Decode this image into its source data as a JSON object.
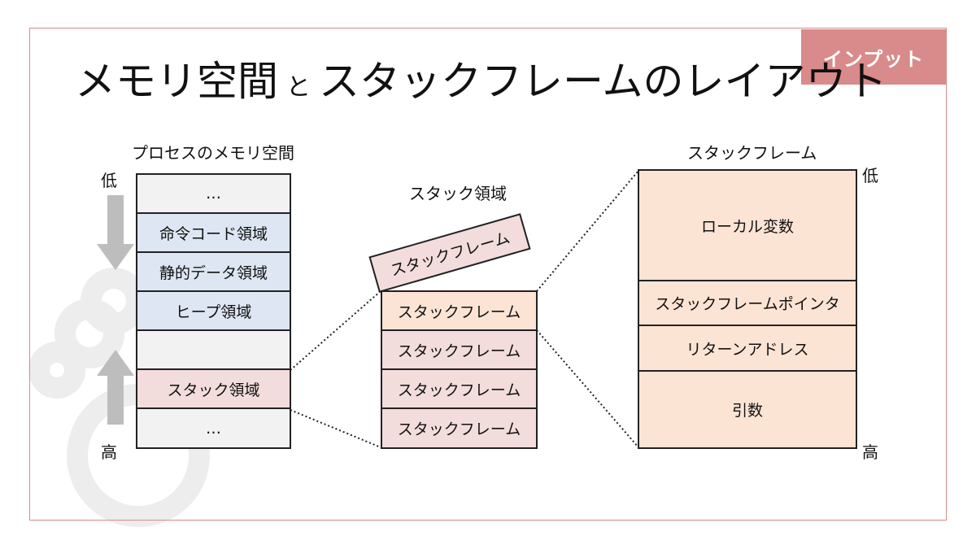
{
  "badge": "インプット",
  "title": {
    "part1": "メモリ空間",
    "conj": "と",
    "part2": "スタックフレームのレイアウト"
  },
  "memory": {
    "heading": "プロセスのメモリ空間",
    "low_label": "低",
    "high_label": "高",
    "cells": [
      "…",
      "命令コード領域",
      "静的データ領域",
      "ヒープ領域",
      "",
      "スタック領域",
      "…"
    ]
  },
  "stack_area": {
    "heading": "スタック領域",
    "moving_frame": "スタックフレーム",
    "frames": [
      "スタックフレーム",
      "スタックフレーム",
      "スタックフレーム",
      "スタックフレーム"
    ]
  },
  "stack_frame": {
    "heading": "スタックフレーム",
    "low_label": "低",
    "high_label": "高",
    "cells": [
      "ローカル変数",
      "スタックフレームポインタ",
      "リターンアドレス",
      "引数"
    ]
  },
  "colors": {
    "accent": "#d98a8a",
    "gray": "#f2f2f2",
    "blue": "#dde6f2",
    "pink": "#f2dcdc",
    "peach": "#fce4d4"
  }
}
